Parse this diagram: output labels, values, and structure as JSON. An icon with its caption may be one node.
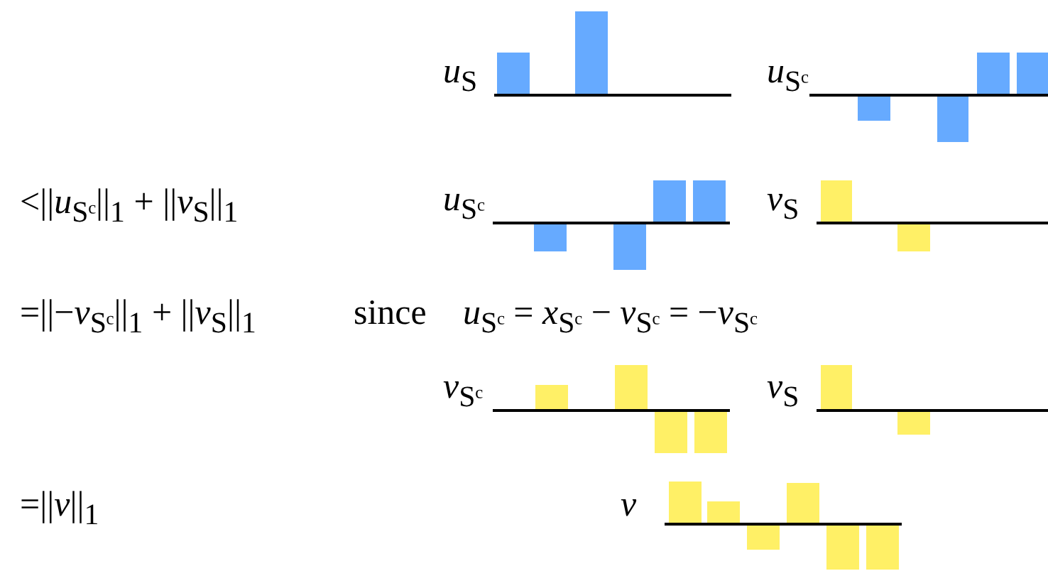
{
  "diagram": {
    "labels": [
      "*u*$_{S}$",
      "*u*$_{Sᶜ}$",
      "<||*u*$_{Sᶜ}$||$_{1}$ + ||*v*$_{S}$||$_{1}$",
      "*u*$_{Sᶜ}$",
      "*v*$_{S}$",
      "=||−*v*$_{Sᶜ}$||$_{1}$ + ||*v*$_{S}$||$_{1}$",
      "since",
      "*u*$_{Sᶜ}$ = *x*$_{Sᶜ}$ − *v*$_{Sᶜ}$ = −*v*$_{Sᶜ}$",
      "*v*$_{Sᶜ}$",
      "*v*$_{S}$",
      "=||*v*||$_{1}$",
      "*v*"
    ]
  }
}
